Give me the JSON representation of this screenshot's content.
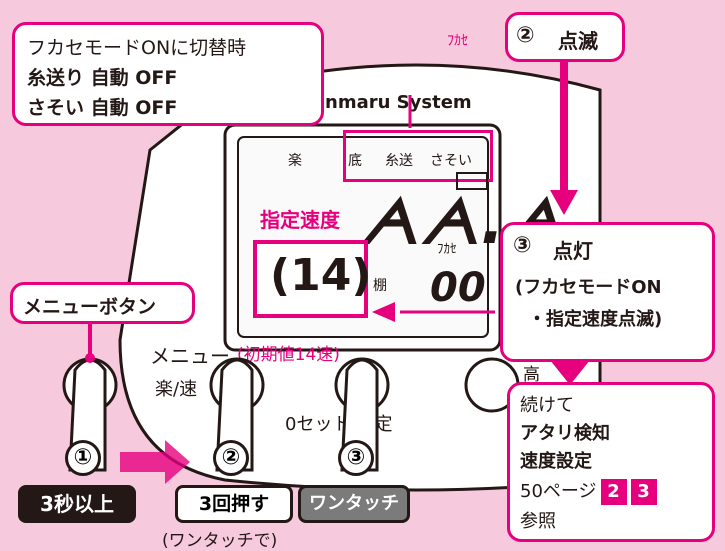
{
  "device": {
    "brand_partial": "nmaru System",
    "lcd_labels": {
      "raku": "楽",
      "soko": "底",
      "itookuri": "糸送",
      "sasoi": "さそい",
      "tana": "棚",
      "fukase": "ﾌｶｾ"
    },
    "shitei_sokudo": "指定速度",
    "speed_digits": "14",
    "buttons": {
      "menu": "メニュー",
      "initial_value": "(初期値14速)",
      "raku_soku": "楽/速",
      "zero_set": "0セット/決定",
      "high": "高"
    }
  },
  "callouts": {
    "top_left": {
      "line1": "フカセモードONに切替時",
      "line2": "糸送り 自動 OFF",
      "line3": "さそい 自動 OFF"
    },
    "step2": {
      "prefix": "ﾌｶｾ",
      "num": "②",
      "label": "点滅"
    },
    "step3": {
      "num": "③",
      "label": "点灯",
      "line2": "(フカセモードON",
      "line3": "・指定速度点滅)"
    },
    "menu_button": "メニューボタン",
    "continue": {
      "line1": "続けて",
      "line2": "アタリ検知",
      "line3": "速度設定",
      "line4": "50ページ",
      "ref1": "2",
      "ref2": "3",
      "line5": "参照"
    }
  },
  "steps": {
    "s1": {
      "num": "①",
      "tag": "3秒以上"
    },
    "s2": {
      "num": "②",
      "tag": "3回押す"
    },
    "s3": {
      "num": "③",
      "tag": "ワンタッチ"
    },
    "note": "(ワンタッチで)"
  },
  "colors": {
    "accent": "#e6007e",
    "background": "#f6c9dd",
    "dark": "#231815"
  }
}
